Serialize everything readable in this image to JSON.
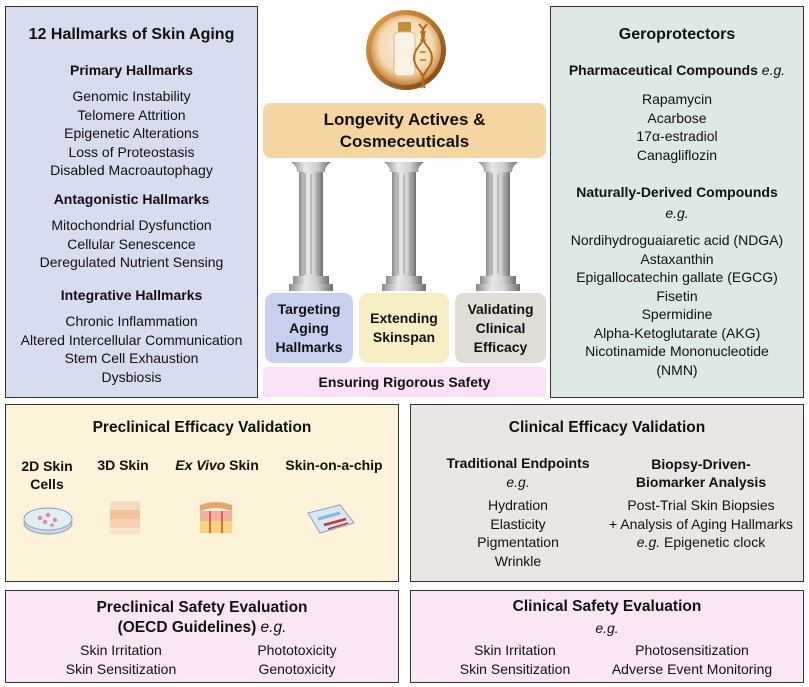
{
  "hallmarks": {
    "title": "12 Hallmarks of Skin Aging",
    "primary_title": "Primary Hallmarks",
    "primary": [
      "Genomic Instability",
      "Telomere Attrition",
      "Epigenetic Alterations",
      "Loss of Proteostasis",
      "Disabled Macroautophagy"
    ],
    "antagonistic_title": "Antagonistic Hallmarks",
    "antagonistic": [
      "Mitochondrial Dysfunction",
      "Cellular Senescence",
      "Deregulated Nutrient Sensing"
    ],
    "integrative_title": "Integrative Hallmarks",
    "integrative": [
      "Chronic Inflammation",
      "Altered Intercellular Communication",
      "Stem Cell Exhaustion",
      "Dysbiosis"
    ]
  },
  "geroprotectors": {
    "title": "Geroprotectors",
    "pharma_title": "Pharmaceutical Compounds",
    "pharma_eg": "e.g.",
    "pharma": [
      "Rapamycin",
      "Acarbose",
      "17α-estradiol",
      "Canagliflozin"
    ],
    "natural_title": "Naturally-Derived Compounds",
    "natural_eg": "e.g.",
    "natural": [
      "Nordihydroguaiaretic acid (NDGA)",
      "Astaxanthin",
      "Epigallocatechin gallate (EGCG)",
      "Fisetin",
      "Spermidine",
      "Alpha-Ketoglutarate (AKG)",
      "Nicotinamide Mononucleotide",
      "(NMN)"
    ]
  },
  "center": {
    "title_line1": "Longevity Actives &",
    "title_line2": "Cosmeceuticals",
    "pillars": [
      {
        "line1": "Targeting",
        "line2": "Aging",
        "line3": "Hallmarks"
      },
      {
        "line1": "Extending",
        "line2": "Skinspan"
      },
      {
        "line1": "Validating",
        "line2": "Clinical",
        "line3": "Efficacy"
      }
    ],
    "safety": "Ensuring Rigorous Safety"
  },
  "preclinical_efficacy": {
    "title": "Preclinical Efficacy Validation",
    "models": [
      {
        "line1": "2D Skin",
        "line2": "Cells"
      },
      {
        "label": "3D Skin"
      },
      {
        "italic": "Ex Vivo",
        "rest": " Skin"
      },
      {
        "label": "Skin-on-a-chip"
      }
    ]
  },
  "clinical_efficacy": {
    "title": "Clinical Efficacy Validation",
    "traditional_title": "Traditional Endpoints",
    "traditional_eg": "e.g.",
    "traditional": [
      "Hydration",
      "Elasticity",
      "Pigmentation",
      "Wrinkle"
    ],
    "biopsy_title_line1": "Biopsy-Driven-",
    "biopsy_title_line2": "Biomarker Analysis",
    "biopsy_line1": "Post-Trial Skin Biopsies",
    "biopsy_line2": "+ Analysis of Aging Hallmarks",
    "biopsy_eg": "e.g.",
    "biopsy_line3": " Epigenetic clock"
  },
  "preclinical_safety": {
    "title_line1": "Preclinical Safety Evaluation",
    "title_line2": "(OECD Guidelines)",
    "eg": "e.g.",
    "left": [
      "Skin Irritation",
      "Skin Sensitization"
    ],
    "right": [
      "Phototoxicity",
      "Genotoxicity"
    ]
  },
  "clinical_safety": {
    "title": "Clinical Safety Evaluation",
    "eg": "e.g.",
    "left": [
      "Skin Irritation",
      "Skin Sensitization"
    ],
    "right": [
      "Photosensitization",
      "Adverse Event Monitoring"
    ]
  },
  "colors": {
    "hallmarks_bg": "#d7dcef",
    "gero_bg": "#dde9e2",
    "title_bg": "#f5d6a3",
    "pill_target": "#c7d0ef",
    "pill_extend": "#f7efc3",
    "pill_valid": "#e2dcd6",
    "safety_bg": "#fbe1f5",
    "pre_eff_bg": "#fcf3d8",
    "cli_eff_bg": "#ebe6e3"
  }
}
